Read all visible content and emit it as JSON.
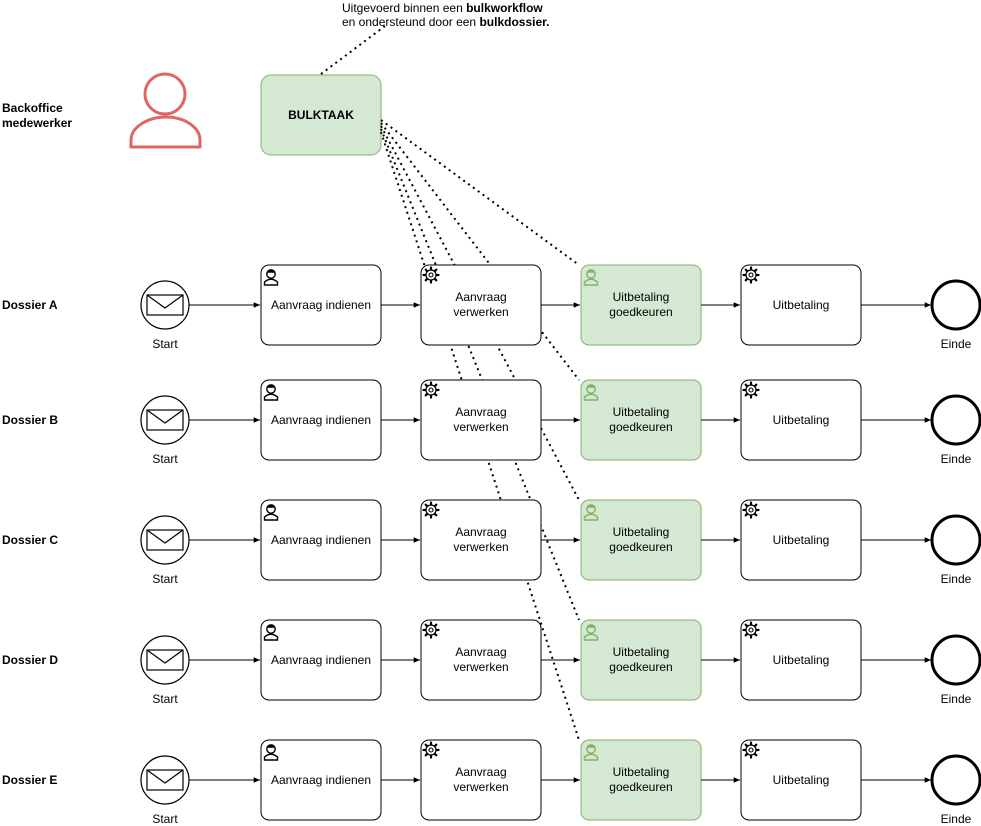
{
  "bulk": {
    "actor_label": [
      "Backoffice",
      "medewerker"
    ],
    "task_label": "BULKTAAK",
    "note_line1_normal": "Uitgevoerd binnen een ",
    "note_line1_bold": "bulkworkflow",
    "note_line2_normal": "en ondersteund door een ",
    "note_line2_bold": "bulkdossier."
  },
  "colors": {
    "actor": "#e06666",
    "green_fill": "#d5e8d4",
    "green_stroke": "#82b366",
    "stroke": "#000000"
  },
  "icons": {
    "start": "envelope-icon",
    "user_task": "user-icon",
    "service_task": "gear-icon"
  },
  "lanes": [
    {
      "label": "Dossier A",
      "start_label": "Start",
      "end_label": "Einde",
      "tasks": [
        "Aanvraag indienen",
        "Aanvraag verwerken",
        "Uitbetaling goedkeuren",
        "Uitbetaling"
      ]
    },
    {
      "label": "Dossier B",
      "start_label": "Start",
      "end_label": "Einde",
      "tasks": [
        "Aanvraag indienen",
        "Aanvraag verwerken",
        "Uitbetaling goedkeuren",
        "Uitbetaling"
      ]
    },
    {
      "label": "Dossier C",
      "start_label": "Start",
      "end_label": "Einde",
      "tasks": [
        "Aanvraag indienen",
        "Aanvraag verwerken",
        "Uitbetaling goedkeuren",
        "Uitbetaling"
      ]
    },
    {
      "label": "Dossier D",
      "start_label": "Start",
      "end_label": "Einde",
      "tasks": [
        "Aanvraag indienen",
        "Aanvraag verwerken",
        "Uitbetaling goedkeuren",
        "Uitbetaling"
      ]
    },
    {
      "label": "Dossier E",
      "start_label": "Start",
      "end_label": "Einde",
      "tasks": [
        "Aanvraag indienen",
        "Aanvraag verwerken",
        "Uitbetaling goedkeuren",
        "Uitbetaling"
      ]
    }
  ]
}
